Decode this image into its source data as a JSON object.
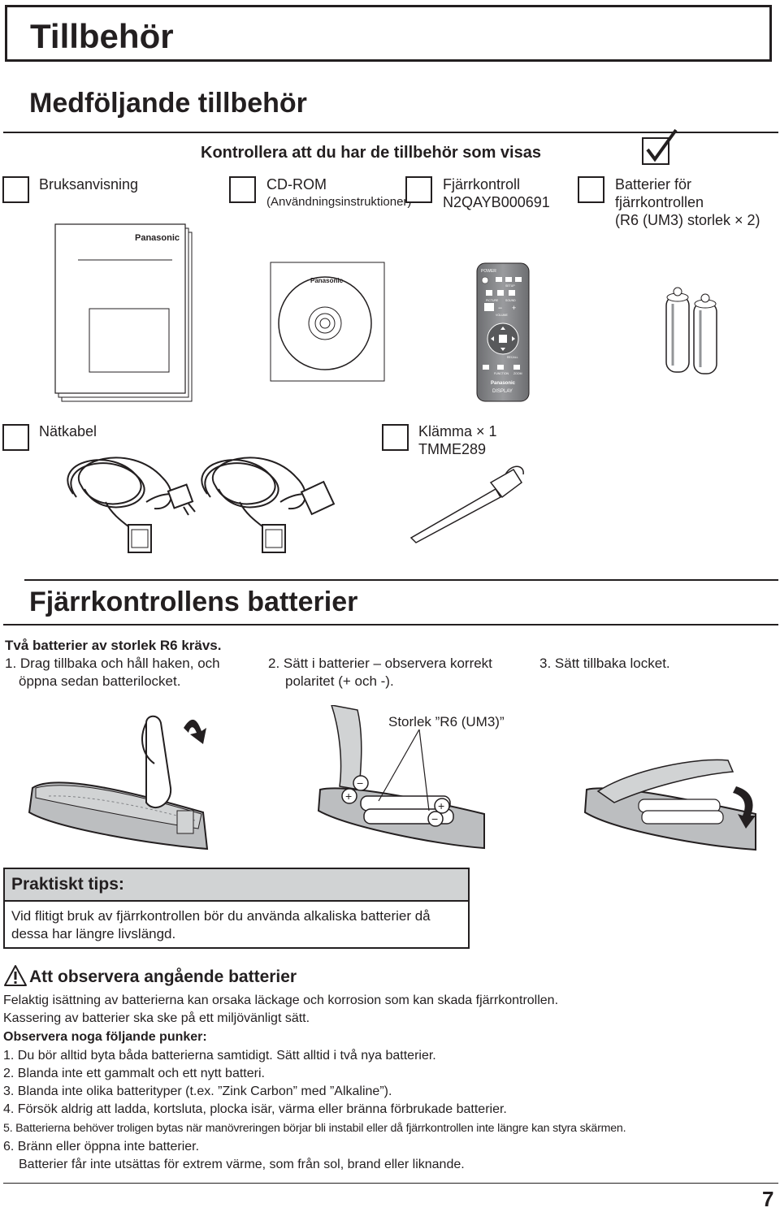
{
  "page": {
    "title": "Tillbehör",
    "page_number": "7"
  },
  "included": {
    "heading": "Medföljande tillbehör",
    "check_instruction": "Kontrollera att du har de tillbehör som visas",
    "items": [
      {
        "label": "Bruksanvisning"
      },
      {
        "label": "CD-ROM",
        "sublabel": "(Användningsinstruktioner)"
      },
      {
        "label": "Fjärrkontroll",
        "sublabel": "N2QAYB000691"
      },
      {
        "label": "Batterier för",
        "line2": "fjärrkontrollen",
        "line3": "(R6 (UM3) storlek × 2)"
      },
      {
        "label": "Nätkabel"
      },
      {
        "label": "Klämma × 1",
        "sublabel": "TMME289"
      }
    ],
    "brand": "Panasonic",
    "remote_labels": {
      "power": "POWER",
      "display": "DISPLAY",
      "zoom": "ZOOM",
      "function": "FUNCTION",
      "recall": "RECALL",
      "setup": "SETUP",
      "sound": "SOUND",
      "picture": "PICTURE",
      "volume": "VOLUME",
      "minus": "−",
      "plus": "+"
    }
  },
  "batteries": {
    "heading": "Fjärrkontrollens batterier",
    "intro": "Två batterier av storlek R6 krävs.",
    "step1_line1": "1. Drag tillbaka och håll haken, och",
    "step1_line2": "öppna sedan batterilocket.",
    "step2_line1": "2. Sätt i batterier – observera korrekt",
    "step2_line2": "polaritet (+ och -).",
    "step3": "3. Sätt tillbaka locket.",
    "size_callout": "Storlek ”R6 (UM3)”"
  },
  "tips": {
    "heading": "Praktiskt tips:",
    "line1": "Vid flitigt bruk av fjärrkontrollen bör du använda alkaliska batterier då",
    "line2": "dessa har längre livslängd."
  },
  "caution": {
    "heading": "Att observera angående batterier",
    "line1": "Felaktig isättning av batterierna kan orsaka läckage och korrosion som kan skada fjärrkontrollen.",
    "line2": "Kassering av batterier ska ske på ett miljövänligt sätt.",
    "subheading": "Observera noga följande punker:",
    "points": [
      "1. Du bör alltid byta båda batterierna samtidigt. Sätt alltid i två nya batterier.",
      "2. Blanda inte ett gammalt och ett nytt batteri.",
      "3. Blanda inte olika batterityper (t.ex. ”Zink Carbon” med ”Alkaline”).",
      "4. Försök aldrig att ladda, kortsluta, plocka isär, värma eller bränna förbrukade batterier.",
      "5. Batterierna behöver troligen bytas när manövreringen börjar bli instabil eller då fjärrkontrollen inte längre kan styra skärmen.",
      "6. Bränn eller öppna inte batterier."
    ],
    "point6_extra": "Batterier får inte utsättas för extrem värme, som från sol, brand eller liknande."
  }
}
